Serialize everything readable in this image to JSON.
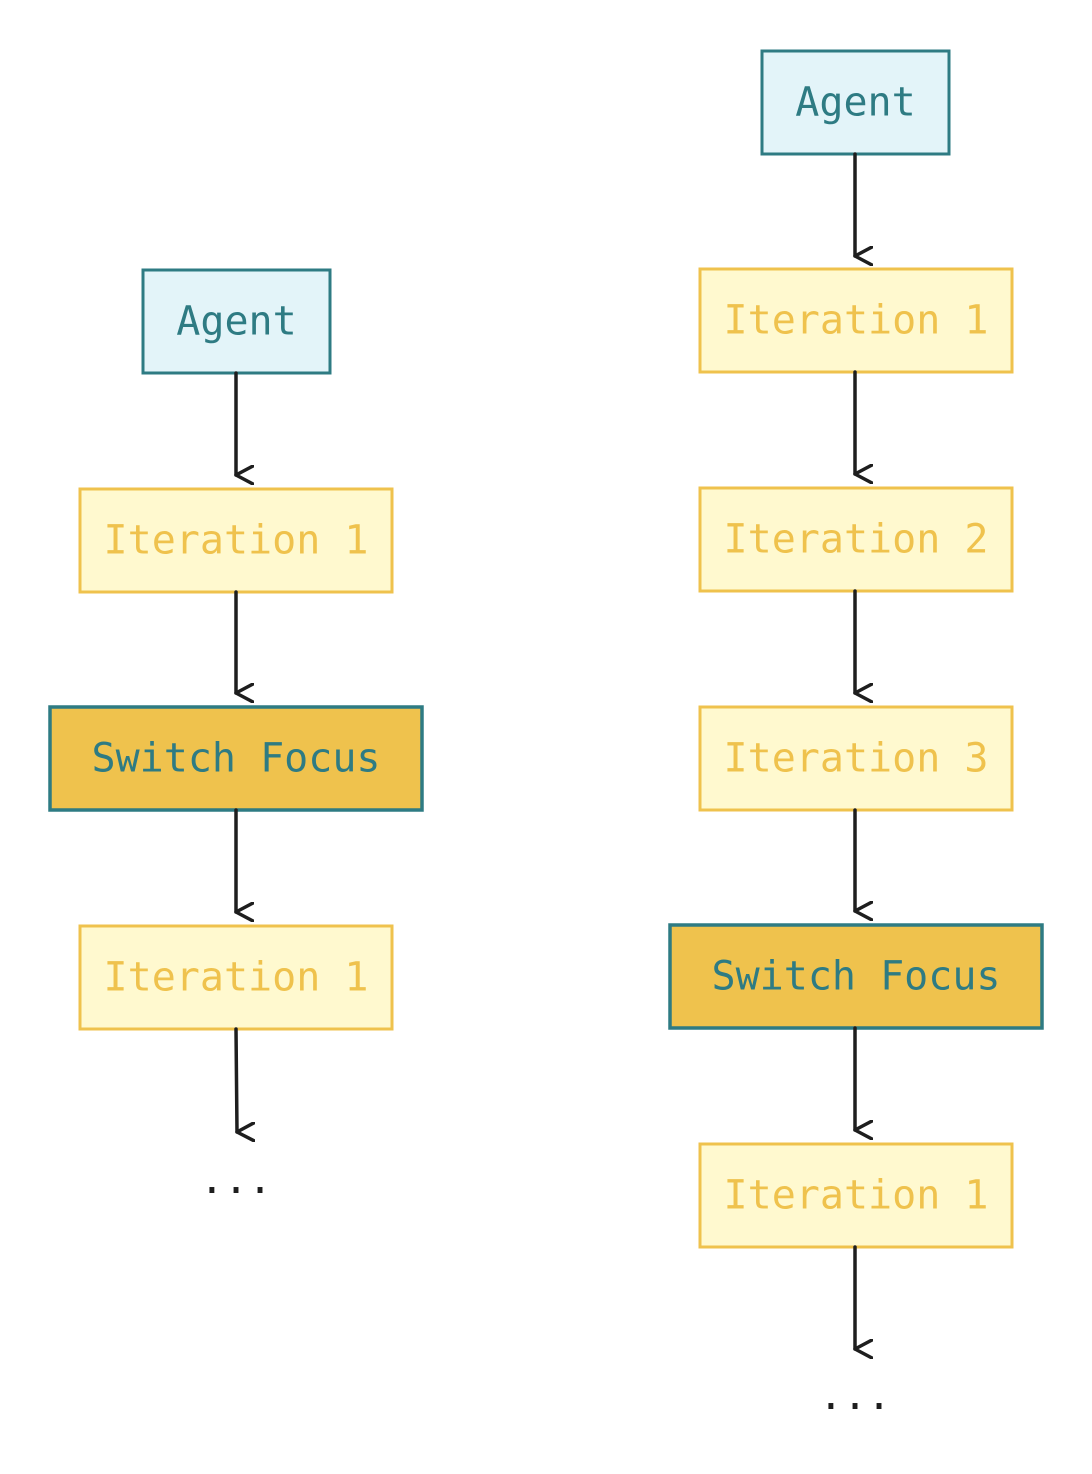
{
  "colors": {
    "agent_fill": "#e3f4f9",
    "agent_stroke": "#2e7b83",
    "agent_text": "#2e7b83",
    "iteration_fill": "#fff9cf",
    "iteration_stroke": "#efc24d",
    "iteration_text": "#efc24d",
    "switch_fill": "#efc24d",
    "switch_stroke": "#2e7b83",
    "switch_text": "#2e7b83",
    "arrow": "#1e1e1e"
  },
  "left_column": {
    "nodes": [
      {
        "kind": "agent",
        "label": "Agent"
      },
      {
        "kind": "iteration",
        "label": "Iteration 1"
      },
      {
        "kind": "switch",
        "label": "Switch Focus"
      },
      {
        "kind": "iteration",
        "label": "Iteration 1"
      }
    ],
    "continuation": "..."
  },
  "right_column": {
    "nodes": [
      {
        "kind": "agent",
        "label": "Agent"
      },
      {
        "kind": "iteration",
        "label": "Iteration 1"
      },
      {
        "kind": "iteration",
        "label": "Iteration 2"
      },
      {
        "kind": "iteration",
        "label": "Iteration 3"
      },
      {
        "kind": "switch",
        "label": "Switch Focus"
      },
      {
        "kind": "iteration",
        "label": "Iteration 1"
      }
    ],
    "continuation": "..."
  }
}
